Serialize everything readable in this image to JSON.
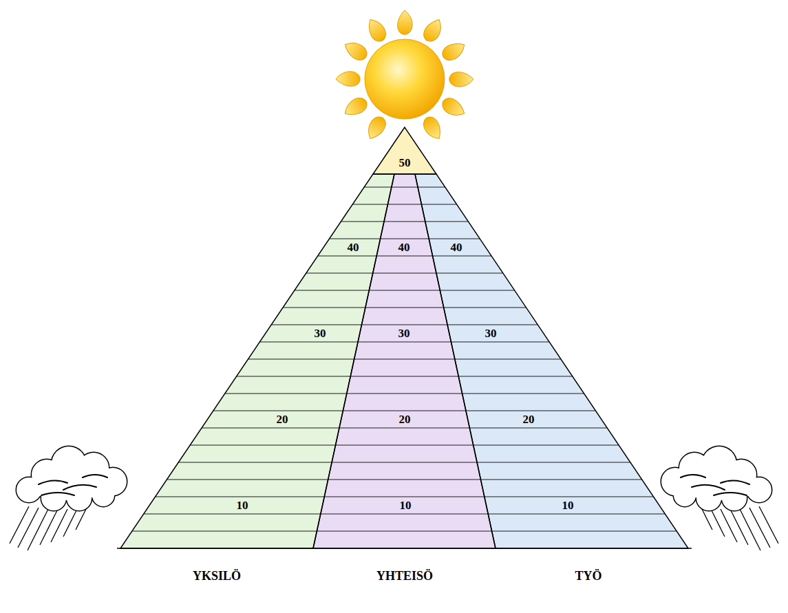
{
  "diagram": {
    "nodes": [
      {
        "text": [
          "50"
        ]
      },
      {
        "text": [
          "40",
          "30",
          "20",
          "10",
          "YKSILÖ"
        ]
      },
      {
        "text": [
          "40",
          "30",
          "20",
          "10",
          "YHTEISÖ"
        ]
      },
      {
        "text": [
          "40",
          "30",
          "20",
          "10",
          "TYÖ"
        ]
      }
    ]
  }
}
